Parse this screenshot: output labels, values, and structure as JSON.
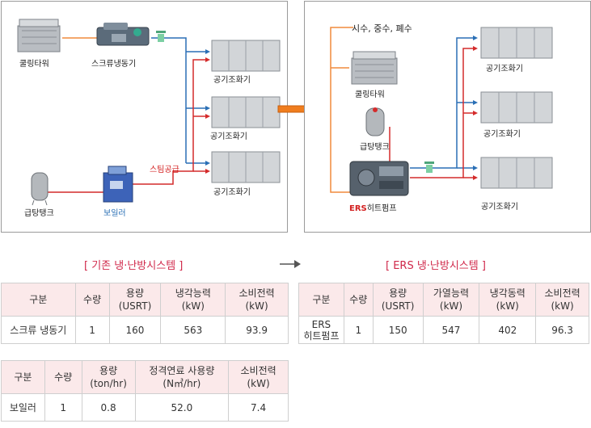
{
  "left_diagram": {
    "labels": {
      "cooling_tower": "쿨링타워",
      "screw_chiller": "스크류냉동기",
      "ahu_1": "공기조화기",
      "ahu_2": "공기조화기",
      "ahu_3": "공기조화기",
      "steam_supply": "스팀공급",
      "hot_water_tank": "급탕탱크",
      "boiler": "보일러"
    }
  },
  "right_diagram": {
    "labels": {
      "water_source": "시수, 중수, 폐수",
      "cooling_tower": "쿨링타워",
      "hot_water_tank": "급탕탱크",
      "ers_prefix": "ERS",
      "heat_pump_suffix": "히트펌프",
      "ahu_1": "공기조화기",
      "ahu_2": "공기조화기",
      "ahu_3": "공기조화기"
    }
  },
  "titles": {
    "existing": "[ 기존 냉·난방시스템 ]",
    "ers": "[ ERS 냉·난방시스템 ]"
  },
  "tables": {
    "chiller": {
      "headers": [
        "구분",
        "수량",
        "용량\n(USRT)",
        "냉각능력\n(kW)",
        "소비전력\n(kW)"
      ],
      "rows": [
        [
          "스크류 냉동기",
          "1",
          "160",
          "563",
          "93.9"
        ]
      ]
    },
    "boiler": {
      "headers": [
        "구분",
        "수량",
        "용량\n(ton/hr)",
        "정격연료 사용량\n(N㎥/hr)",
        "소비전력\n(kW)"
      ],
      "rows": [
        [
          "보일러",
          "1",
          "0.8",
          "52.0",
          "7.4"
        ]
      ]
    },
    "ers": {
      "headers": [
        "구분",
        "수량",
        "용량\n(USRT)",
        "가열능력\n(kW)",
        "냉각동력\n(kW)",
        "소비전력\n(kW)"
      ],
      "rows": [
        [
          "ERS\n히트펌프",
          "1",
          "150",
          "547",
          "402",
          "96.3"
        ]
      ]
    }
  },
  "colors": {
    "cold_line": "#2a6fb5",
    "warm_line": "#f08a3c",
    "hot_line": "#d42b2b",
    "transition_arrow": "#f07d1e",
    "title_text": "#d0284a",
    "table_header_bg": "#fbe9ea"
  },
  "icons": {
    "transition": "orange-arrow-icon",
    "between_titles": "gray-arrow-icon"
  }
}
